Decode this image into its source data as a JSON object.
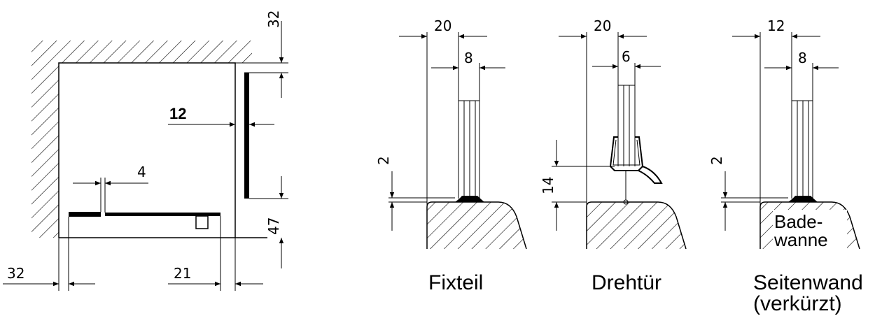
{
  "plan": {
    "dim_top_right": "32",
    "dim_panel_gap": "12",
    "dim_door_gap": "4",
    "dim_right_bottom": "47",
    "dim_left_bottom": "32",
    "dim_bottom_right": "21"
  },
  "sections": [
    {
      "caption": "Fixteil",
      "dim_outer": "20",
      "dim_inner": "8",
      "dim_left": "2"
    },
    {
      "caption": "Drehtür",
      "dim_outer": "20",
      "dim_inner": "6",
      "dim_left": "14"
    },
    {
      "caption_line1": "Seitenwand",
      "caption_line2": "(verkürzt)",
      "dim_outer": "12",
      "dim_inner": "8",
      "dim_left": "2",
      "tub_line1": "Bade-",
      "tub_line2": "wanne"
    }
  ],
  "colors": {
    "ink": "#000000",
    "background": "#ffffff"
  }
}
